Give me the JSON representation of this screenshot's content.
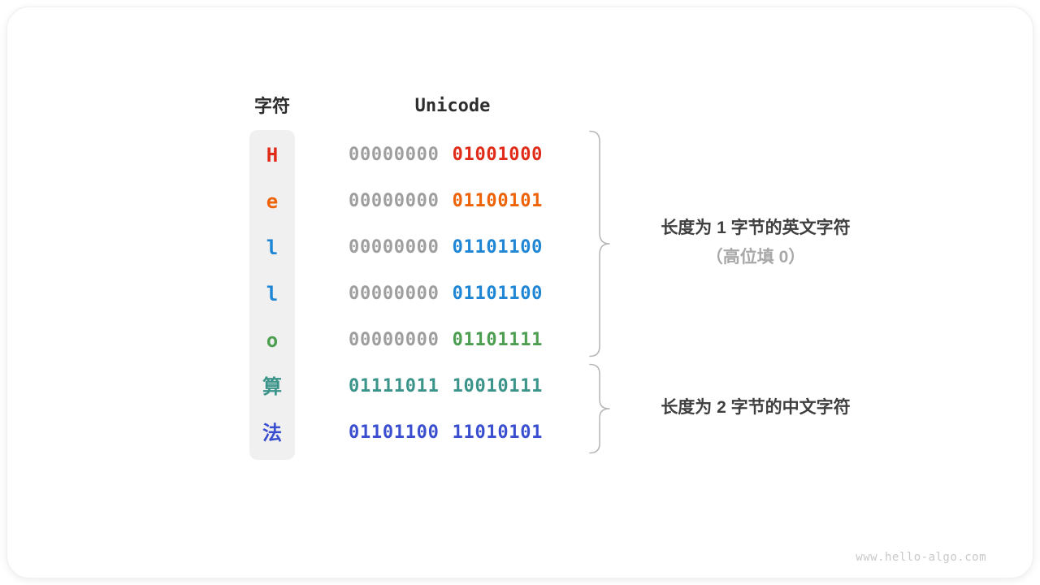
{
  "header": {
    "char_col": "字符",
    "unicode_col": "Unicode"
  },
  "rows": [
    {
      "char": "H",
      "char_color": "#e02b18",
      "byte1": "00000000",
      "byte2": "01001000",
      "byte1_color": "#9e9e9e",
      "byte2_color": "#e02b18"
    },
    {
      "char": "e",
      "char_color": "#ee6208",
      "byte1": "00000000",
      "byte2": "01100101",
      "byte1_color": "#9e9e9e",
      "byte2_color": "#ee6208"
    },
    {
      "char": "l",
      "char_color": "#1e86d4",
      "byte1": "00000000",
      "byte2": "01101100",
      "byte1_color": "#9e9e9e",
      "byte2_color": "#1e86d4"
    },
    {
      "char": "l",
      "char_color": "#1e86d4",
      "byte1": "00000000",
      "byte2": "01101100",
      "byte1_color": "#9e9e9e",
      "byte2_color": "#1e86d4"
    },
    {
      "char": "o",
      "char_color": "#4d9e50",
      "byte1": "00000000",
      "byte2": "01101111",
      "byte1_color": "#9e9e9e",
      "byte2_color": "#4d9e50"
    },
    {
      "char": "算",
      "char_color": "#3a948a",
      "byte1": "01111011",
      "byte2": "10010111",
      "byte1_color": "#3a948a",
      "byte2_color": "#3a948a"
    },
    {
      "char": "法",
      "char_color": "#3a4ed0",
      "byte1": "01101100",
      "byte2": "11010101",
      "byte1_color": "#3a4ed0",
      "byte2_color": "#3a4ed0"
    }
  ],
  "groups": [
    {
      "label_line1": "长度为 1 字节的英文字符",
      "label_line2": "（高位填 0）"
    },
    {
      "label_line1": "长度为 2 字节的中文字符"
    }
  ],
  "watermark": "www.hello-algo.com",
  "colors": {
    "gray_byte": "#9e9e9e",
    "column_bg": "#f0f0f0",
    "brace_stroke": "#b5b5b5",
    "annotation_text": "#3f3f3f",
    "annotation_muted": "#a8a8a8"
  }
}
